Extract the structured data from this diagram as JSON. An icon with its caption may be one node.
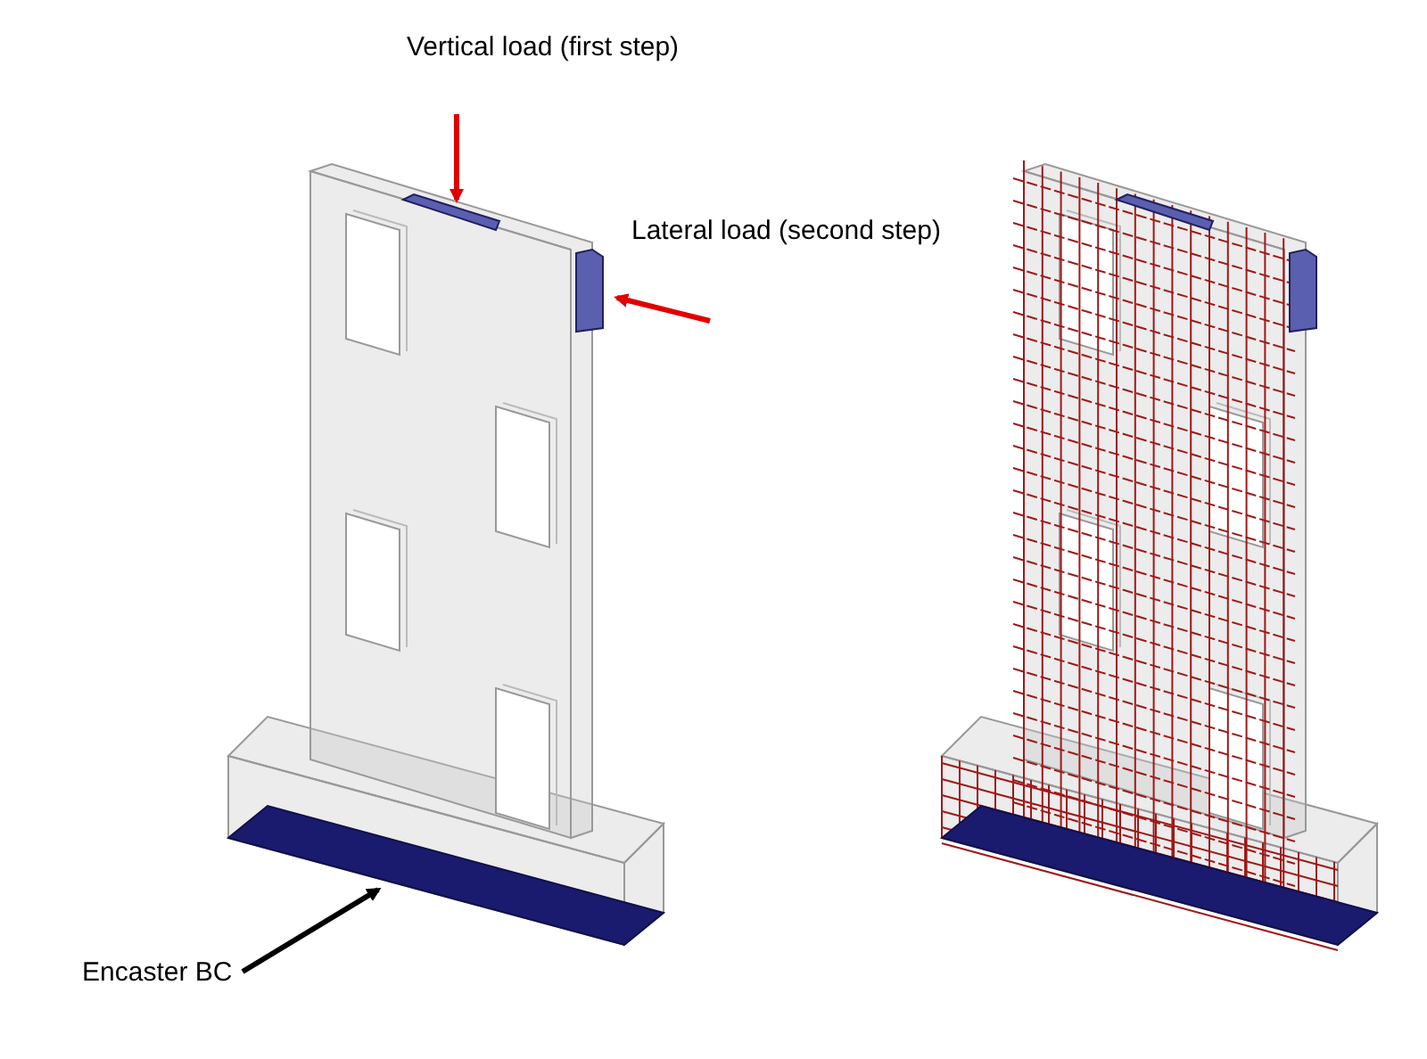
{
  "diagram": {
    "nodes": [
      {
        "text": [
          "Encaster BC"
        ]
      },
      {
        "text": [],
        "shape": "box"
      }
    ],
    "edges": [
      {
        "from": 0,
        "to": 1,
        "arrow": "to"
      }
    ],
    "labels": [
      "Vertical load (first step)",
      "Lateral load (second step)"
    ]
  }
}
